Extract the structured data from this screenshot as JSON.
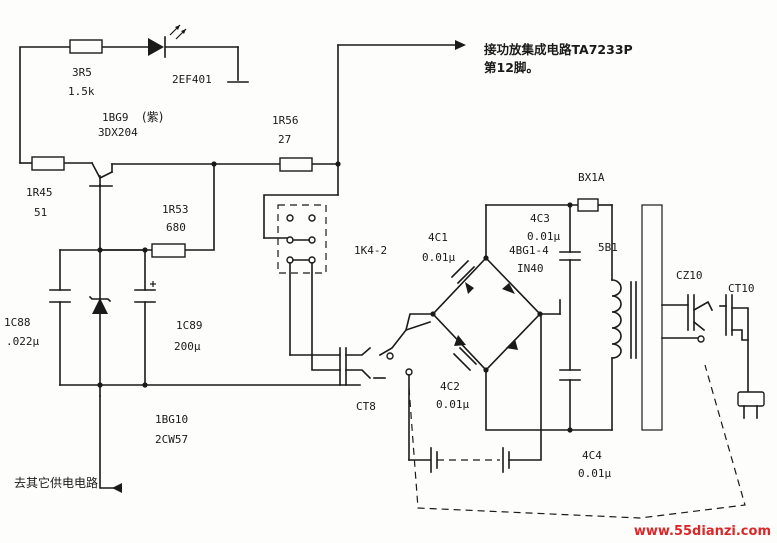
{
  "note": {
    "line1": "接功放集成电路TA7233P",
    "line2": "第12脚。"
  },
  "output_label": "去其它供电电路",
  "components": {
    "r_3r5": {
      "ref": "3R5",
      "value": "1.5k"
    },
    "led": {
      "ref": "2EF401"
    },
    "transistor": {
      "ref": "1BG9",
      "qualifier": "(紫)",
      "value": "3DX204"
    },
    "r_1r56": {
      "ref": "1R56",
      "value": "27"
    },
    "r_1r45": {
      "ref": "1R45",
      "value": "51"
    },
    "r_1r53": {
      "ref": "1R53",
      "value": "680"
    },
    "c_1c88": {
      "ref": "1C88",
      "value": ".022μ"
    },
    "c_1c89": {
      "ref": "1C89",
      "value": "200μ"
    },
    "zener": {
      "ref": "1BG10",
      "value": "2CW57"
    },
    "switch": {
      "ref": "1K4-2"
    },
    "jack_ct8": {
      "ref": "CT8"
    },
    "c_4c1": {
      "ref": "4C1",
      "value": "0.01μ"
    },
    "c_4c2": {
      "ref": "4C2",
      "value": "0.01μ"
    },
    "c_4c3": {
      "ref": "4C3",
      "value": "0.01μ"
    },
    "c_4c4": {
      "ref": "4C4",
      "value": "0.01μ"
    },
    "bridge": {
      "ref": "4BG1-4",
      "value": "IN40"
    },
    "fuse": {
      "ref": "BX1A"
    },
    "transformer": {
      "ref": "5B1"
    },
    "socket_cz10": {
      "ref": "CZ10"
    },
    "plug_ct10": {
      "ref": "CT10"
    }
  },
  "watermark": "www.55dianzi.com"
}
